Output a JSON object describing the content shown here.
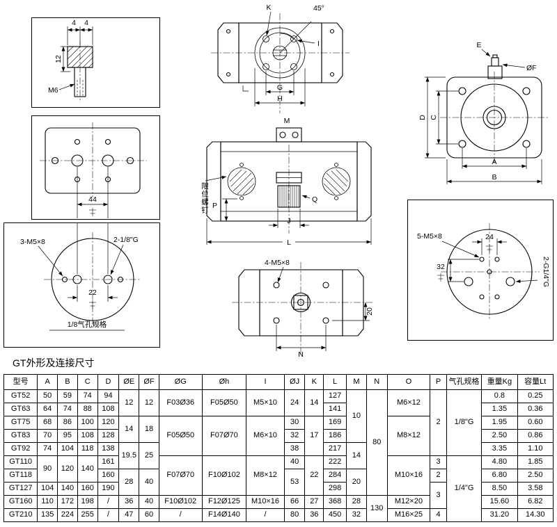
{
  "page": {
    "section_title": "GT外形及连接尺寸"
  },
  "drawings": {
    "shaft_detail": {
      "dim_a": "4",
      "dim_b": "4",
      "dim_h": "12",
      "thread": "M6"
    },
    "mounting_plate": {
      "dim_span": "44"
    },
    "flange_small": {
      "holes_label": "3-M5×8",
      "port_label": "2-1/8\"G",
      "dim_span": "22",
      "caption": "1/8气孔规格"
    },
    "top_view": {
      "dim_k": "K",
      "dim_angle": "45°",
      "dim_i": "I",
      "dim_g": "G",
      "dim_h": "H"
    },
    "front_view": {
      "dim_m": "M",
      "dim_q": "Q",
      "dim_p": "P",
      "dim_j": "J",
      "dim_l": "L",
      "limit_screw": "限位螺钉"
    },
    "bottom_view": {
      "holes_label": "4-M5×8",
      "dim_n": "N",
      "dim_20": "20"
    },
    "side_view": {
      "dim_e": "E",
      "dim_f": "ØF",
      "dim_d": "D",
      "dim_c": "C",
      "dim_a": "A",
      "dim_b": "B"
    },
    "flange_large": {
      "holes_label": "5-M5×8",
      "dim_24": "24",
      "dim_32": "32",
      "port_label": "2-G1/4\"G"
    }
  },
  "table": {
    "headers": [
      "型号",
      "A",
      "B",
      "C",
      "D",
      "ØE",
      "ØF",
      "ØG",
      "Øh",
      "I",
      "ØJ",
      "K",
      "L",
      "M",
      "N",
      "O",
      "P",
      "气孔规格",
      "重量Kg",
      "容量Lt"
    ],
    "rows": [
      [
        {
          "t": "GT52"
        },
        {
          "t": "50"
        },
        {
          "t": "59"
        },
        {
          "t": "74"
        },
        {
          "t": "94"
        },
        {
          "t": "12",
          "rs": 2
        },
        {
          "t": "12",
          "rs": 2
        },
        {
          "t": "F03Ø36",
          "rs": 2
        },
        {
          "t": "F05Ø50",
          "rs": 2
        },
        {
          "t": "M5×10",
          "rs": 2
        },
        {
          "t": "24",
          "rs": 2
        },
        {
          "t": "14",
          "rs": 2
        },
        {
          "t": "127"
        },
        {
          "t": "10",
          "rs": 4
        },
        {
          "t": "80",
          "rs": 8
        },
        {
          "t": "M6×12",
          "rs": 2
        },
        {
          "t": "2",
          "rs": 5
        },
        {
          "t": "1/8\"G",
          "rs": 5
        },
        {
          "t": "0.8"
        },
        {
          "t": "0.25"
        }
      ],
      [
        {
          "t": "GT63"
        },
        {
          "t": "64"
        },
        {
          "t": "74"
        },
        {
          "t": "88"
        },
        {
          "t": "108"
        },
        {
          "t": "141"
        },
        {
          "t": "1.35"
        },
        {
          "t": "0.36"
        }
      ],
      [
        {
          "t": "GT75"
        },
        {
          "t": "68"
        },
        {
          "t": "86"
        },
        {
          "t": "100"
        },
        {
          "t": "120"
        },
        {
          "t": "14",
          "rs": 2
        },
        {
          "t": "18",
          "rs": 2
        },
        {
          "t": "F05Ø50",
          "rs": 3
        },
        {
          "t": "F07Ø70",
          "rs": 3
        },
        {
          "t": "M6×10",
          "rs": 3
        },
        {
          "t": "30"
        },
        {
          "t": "17",
          "rs": 3
        },
        {
          "t": "169"
        },
        {
          "t": "M8×12",
          "rs": 3
        },
        {
          "t": "1.95"
        },
        {
          "t": "0.60"
        }
      ],
      [
        {
          "t": "GT83"
        },
        {
          "t": "70"
        },
        {
          "t": "95"
        },
        {
          "t": "108"
        },
        {
          "t": "128"
        },
        {
          "t": "32"
        },
        {
          "t": "186"
        },
        {
          "t": "2.50"
        },
        {
          "t": "0.86"
        }
      ],
      [
        {
          "t": "GT92"
        },
        {
          "t": "74"
        },
        {
          "t": "104"
        },
        {
          "t": "118"
        },
        {
          "t": "138"
        },
        {
          "t": "19.5",
          "rs": 2
        },
        {
          "t": "25",
          "rs": 2
        },
        {
          "t": "38"
        },
        {
          "t": "217"
        },
        {
          "t": "14",
          "rs": 2
        },
        {
          "t": "3.35"
        },
        {
          "t": "1.10"
        }
      ],
      [
        {
          "t": "GT110"
        },
        {
          "t": "90",
          "rs": 2
        },
        {
          "t": "120",
          "rs": 2
        },
        {
          "t": "140",
          "rs": 2
        },
        {
          "t": "161"
        },
        {
          "t": "F07Ø70",
          "rs": 3
        },
        {
          "t": "F10Ø102",
          "rs": 3
        },
        {
          "t": "M8×12",
          "rs": 3
        },
        {
          "t": "40"
        },
        {
          "t": "22",
          "rs": 3
        },
        {
          "t": "222"
        },
        {
          "t": "M10×16",
          "rs": 3
        },
        {
          "t": "3"
        },
        {
          "t": "1/4\"G",
          "rs": 5
        },
        {
          "t": "4.80"
        },
        {
          "t": "1.85"
        }
      ],
      [
        {
          "t": "GT118"
        },
        {
          "t": "160"
        },
        {
          "t": "28",
          "rs": 2
        },
        {
          "t": "40",
          "rs": 2
        },
        {
          "t": "53",
          "rs": 2
        },
        {
          "t": "284"
        },
        {
          "t": "20",
          "rs": 2
        },
        {
          "t": "2"
        },
        {
          "t": "6.80"
        },
        {
          "t": "2.50"
        }
      ],
      [
        {
          "t": "GT127"
        },
        {
          "t": "104"
        },
        {
          "t": "140"
        },
        {
          "t": "160"
        },
        {
          "t": "190"
        },
        {
          "t": "298"
        },
        {
          "t": "3",
          "rs": 2
        },
        {
          "t": "8.50"
        },
        {
          "t": "3.58"
        }
      ],
      [
        {
          "t": "GT160"
        },
        {
          "t": "110"
        },
        {
          "t": "172"
        },
        {
          "t": "198"
        },
        {
          "t": "/"
        },
        {
          "t": "36"
        },
        {
          "t": "40"
        },
        {
          "t": "F10Ø102"
        },
        {
          "t": "F12Ø125"
        },
        {
          "t": "M10×16"
        },
        {
          "t": "66"
        },
        {
          "t": "27"
        },
        {
          "t": "368"
        },
        {
          "t": "28"
        },
        {
          "t": "130",
          "rs": 2
        },
        {
          "t": "M12×20"
        },
        {
          "t": "15.60"
        },
        {
          "t": "6.82"
        }
      ],
      [
        {
          "t": "GT210"
        },
        {
          "t": "135"
        },
        {
          "t": "224"
        },
        {
          "t": "255"
        },
        {
          "t": "/"
        },
        {
          "t": "47"
        },
        {
          "t": "60"
        },
        {
          "t": "/"
        },
        {
          "t": "F14Ø140"
        },
        {
          "t": "/"
        },
        {
          "t": "80"
        },
        {
          "t": "36"
        },
        {
          "t": "450"
        },
        {
          "t": "32"
        },
        {
          "t": "M16×25"
        },
        {
          "t": "4"
        },
        {
          "t": "31.20"
        },
        {
          "t": "14.30"
        }
      ]
    ]
  }
}
